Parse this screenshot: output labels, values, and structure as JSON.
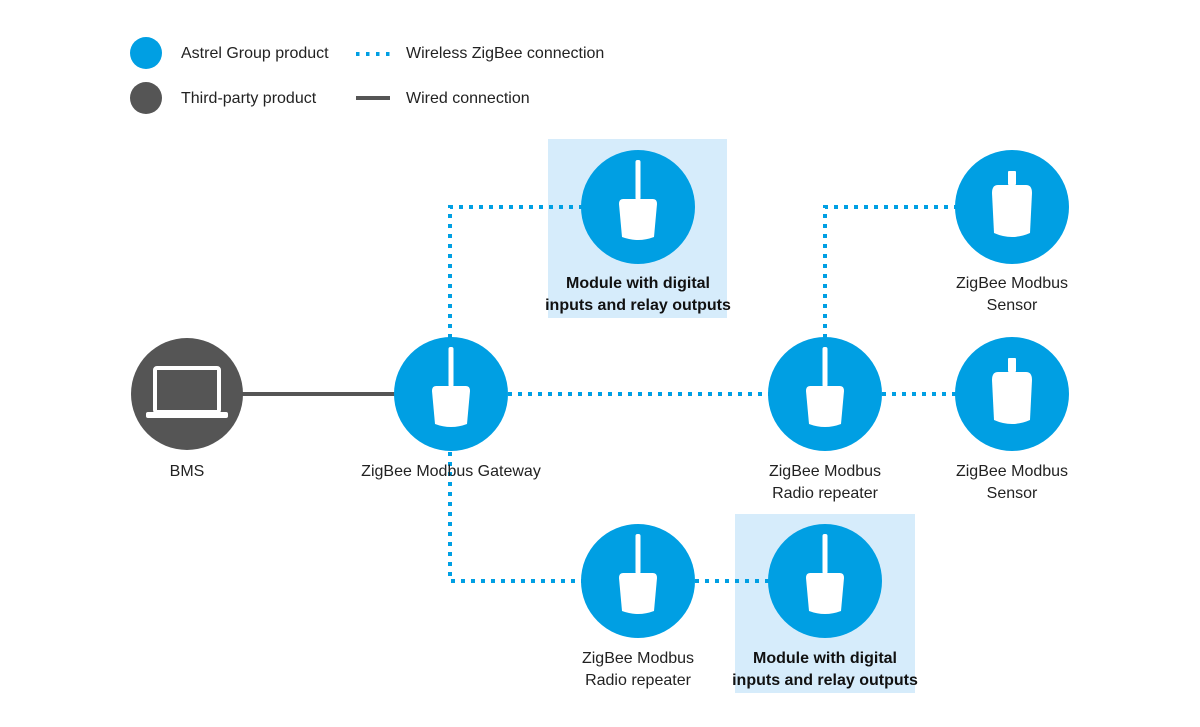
{
  "colors": {
    "astrel": "#009fe3",
    "third_party": "#555555",
    "highlight": "#d6ecfb",
    "wire": "#555555",
    "zigbee": "#009fe3"
  },
  "legend": {
    "astrel_label": "Astrel Group product",
    "third_party_label": "Third-party product",
    "wireless_label": "Wireless ZigBee connection",
    "wired_label": "Wired connection"
  },
  "nodes": {
    "bms": {
      "label": "BMS",
      "icon": "laptop-icon"
    },
    "gateway": {
      "label": "ZigBee Modbus Gateway",
      "icon": "antenna-device-icon"
    },
    "module_top": {
      "label": "Module with digital\ninputs and relay outputs",
      "icon": "antenna-device-icon"
    },
    "repeater_mid": {
      "label": "ZigBee Modbus\nRadio repeater",
      "icon": "antenna-device-icon"
    },
    "sensor_top": {
      "label": "ZigBee Modbus\nSensor",
      "icon": "sensor-icon"
    },
    "sensor_mid": {
      "label": "ZigBee Modbus\nSensor",
      "icon": "sensor-icon"
    },
    "repeater_bottom": {
      "label": "ZigBee Modbus\nRadio repeater",
      "icon": "antenna-device-icon"
    },
    "module_bottom": {
      "label": "Module with digital\ninputs and relay outputs",
      "icon": "antenna-device-icon"
    }
  }
}
